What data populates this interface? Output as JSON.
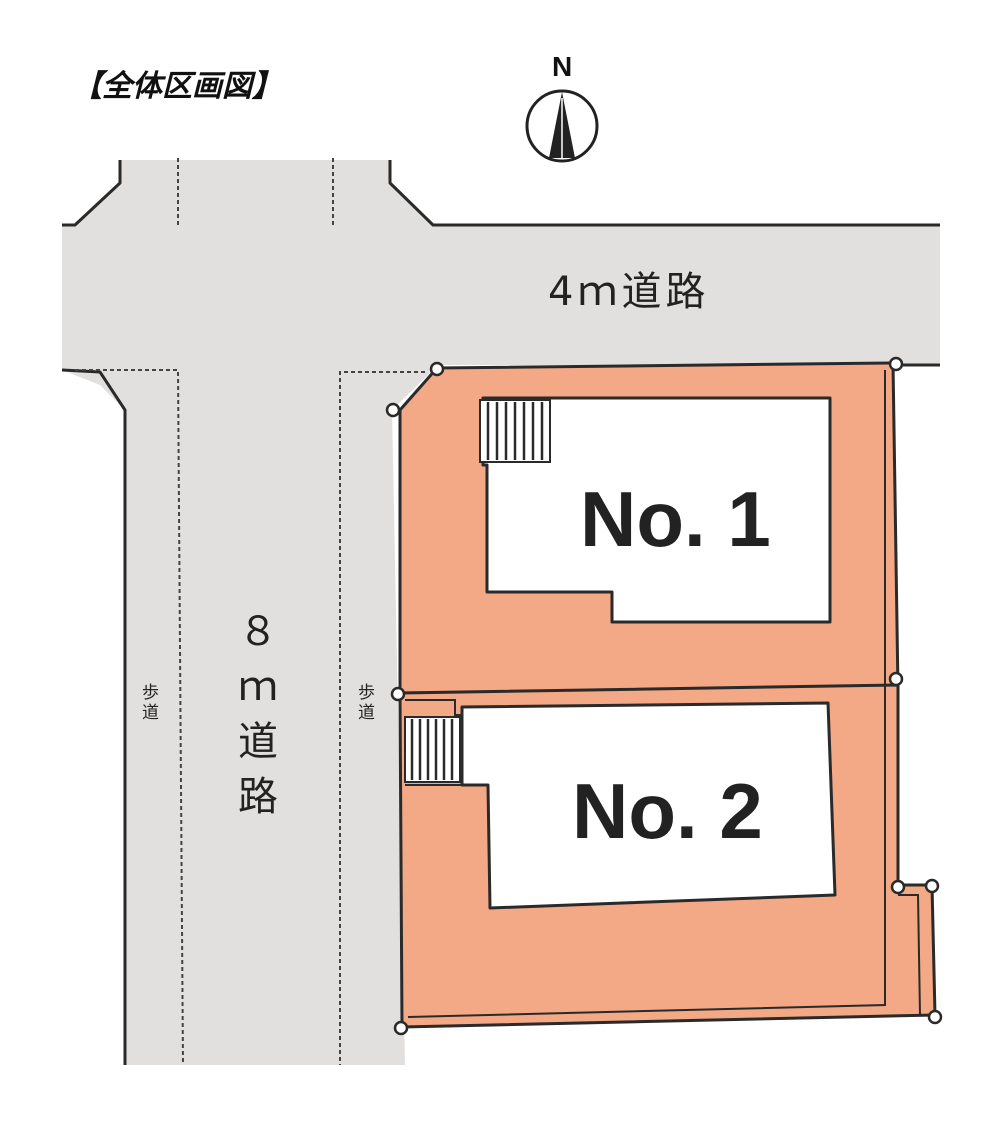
{
  "title": "【全体区画図】",
  "north": {
    "label": "N"
  },
  "road_horizontal": {
    "label": "4ｍ道路"
  },
  "road_vertical": {
    "label_chars": [
      "８",
      "ｍ",
      "道",
      "路"
    ]
  },
  "sidewalk_left": {
    "label_chars": [
      "歩",
      "道"
    ]
  },
  "sidewalk_right": {
    "label_chars": [
      "歩",
      "道"
    ]
  },
  "lots": [
    {
      "label": "No. 1"
    },
    {
      "label": "No. 2"
    }
  ],
  "colors": {
    "road": "#e2e0de",
    "lot": "#f3a886",
    "building": "#ffffff",
    "line": "#2a2a2a"
  }
}
